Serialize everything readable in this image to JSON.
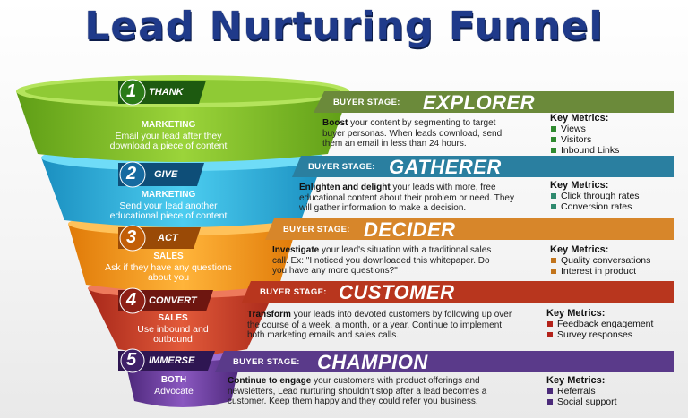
{
  "title": "Lead Nurturing Funnel",
  "colors": {
    "stage1": "#7fbf25",
    "stage2": "#2cb8e0",
    "stage3": "#f59a12",
    "stage4": "#d1432a",
    "stage5": "#6a3a9c",
    "banner1": "#6b8a3a",
    "banner2": "#2a7fa0",
    "banner3": "#d7862a",
    "banner4": "#b8361e",
    "banner5": "#5a3a8a"
  },
  "stages": [
    {
      "number": "1",
      "action": "THANK",
      "category": "MARKETING",
      "description": "Email your lead after they download a piece of content",
      "buyer_stage_label": "BUYER STAGE:",
      "buyer_stage": "EXPLORER",
      "body_bold": "Boost",
      "body": " your content by segmenting to target buyer personas. When leads download, send them an email in less than 24 hours.",
      "metrics_title": "Key Metrics:",
      "metrics": [
        "Views",
        "Visitors",
        "Inbound Links"
      ]
    },
    {
      "number": "2",
      "action": "GIVE",
      "category": "MARKETING",
      "description": "Send your lead another educational piece of content",
      "buyer_stage_label": "BUYER STAGE:",
      "buyer_stage": "GATHERER",
      "body_bold": "Enlighten and delight",
      "body": " your leads with more, free educational content about their problem or need. They will gather information to make a decision.",
      "metrics_title": "Key Metrics:",
      "metrics": [
        "Click through rates",
        "Conversion rates"
      ]
    },
    {
      "number": "3",
      "action": "ACT",
      "category": "SALES",
      "description": "Ask if they have any questions about you",
      "buyer_stage_label": "BUYER STAGE:",
      "buyer_stage": "DECIDER",
      "body_bold": "Investigate",
      "body": " your lead's situation with a traditional sales call. Ex: \"I noticed you downloaded this whitepaper. Do you have any more questions?\"",
      "metrics_title": "Key Metrics:",
      "metrics": [
        "Quality conversations",
        "Interest in product"
      ]
    },
    {
      "number": "4",
      "action": "CONVERT",
      "category": "SALES",
      "description": "Use inbound and outbound",
      "buyer_stage_label": "BUYER STAGE:",
      "buyer_stage": "CUSTOMER",
      "body_bold": "Transform",
      "body": " your leads into devoted customers by following up over the course of a week, a month, or a year. Continue to implement both marketing emails and sales calls.",
      "metrics_title": "Key Metrics:",
      "metrics": [
        "Feedback engagement",
        "Survey responses"
      ]
    },
    {
      "number": "5",
      "action": "IMMERSE",
      "category": "BOTH",
      "description": "Advocate",
      "buyer_stage_label": "BUYER STAGE:",
      "buyer_stage": "CHAMPION",
      "body_bold": "Continue to engage",
      "body": " your customers with product offerings and newsletters, Lead nurturing shouldn't stop after a lead becomes a customer. Keep them happy and they could refer you business.",
      "metrics_title": "Key Metrics:",
      "metrics": [
        "Referrals",
        "Social support"
      ]
    }
  ]
}
